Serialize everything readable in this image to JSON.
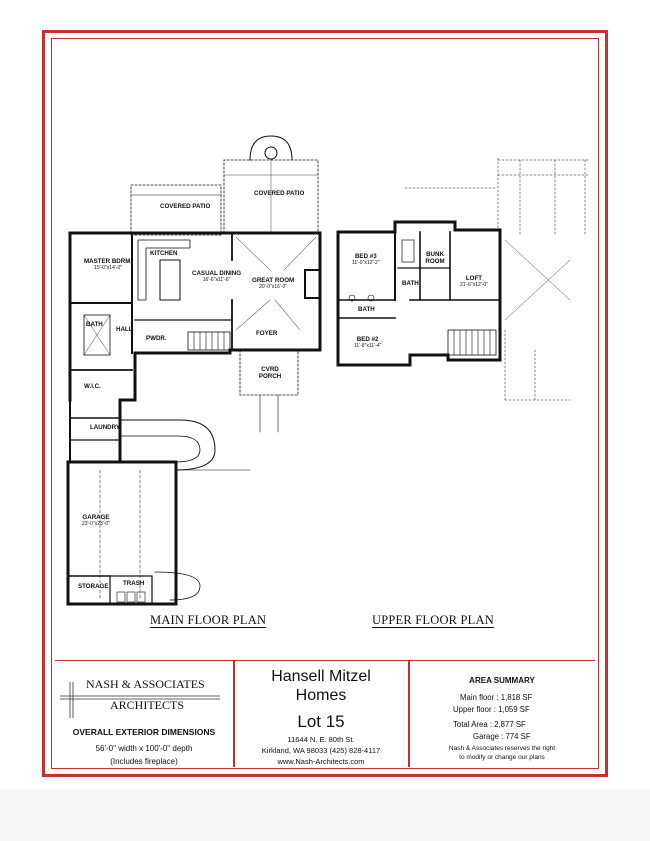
{
  "plans": {
    "main_title": "MAIN FLOOR PLAN",
    "upper_title": "UPPER FLOOR PLAN",
    "main_rooms": [
      {
        "name": "COVERED PATIO",
        "dims": ""
      },
      {
        "name": "COVERED PATIO",
        "dims": ""
      },
      {
        "name": "MASTER BDRM.",
        "dims": "15'-0\"x14'-0\""
      },
      {
        "name": "KITCHEN",
        "dims": ""
      },
      {
        "name": "CASUAL DINING",
        "dims": "16'-6\"x11'-6\""
      },
      {
        "name": "GREAT ROOM",
        "dims": "20'-0\"x16'-0\""
      },
      {
        "name": "BATH",
        "dims": ""
      },
      {
        "name": "HALL",
        "dims": ""
      },
      {
        "name": "PWDR.",
        "dims": ""
      },
      {
        "name": "FOYER",
        "dims": ""
      },
      {
        "name": "W.I.C.",
        "dims": ""
      },
      {
        "name": "CVRD PORCH",
        "dims": ""
      },
      {
        "name": "LAUNDRY",
        "dims": ""
      },
      {
        "name": "GARAGE",
        "dims": "23'-0\"x23'-0\""
      },
      {
        "name": "STORAGE",
        "dims": ""
      },
      {
        "name": "TRASH",
        "dims": ""
      }
    ],
    "upper_rooms": [
      {
        "name": "BED #3",
        "dims": "11'-0\"x12'-2\""
      },
      {
        "name": "BUNK ROOM",
        "dims": ""
      },
      {
        "name": "LOFT",
        "dims": "21'-6\"x12'-0\""
      },
      {
        "name": "BATH",
        "dims": ""
      },
      {
        "name": "BATH",
        "dims": ""
      },
      {
        "name": "BED #2",
        "dims": "11'-8\"x11'-4\""
      }
    ]
  },
  "title_block": {
    "firm_line1": "NASH & ASSOCIATES",
    "firm_line2": "ARCHITECTS",
    "overall_label": "OVERALL EXTERIOR DIMENSIONS",
    "overall_dims": "56'-0\" width x 100'-0\" depth",
    "overall_note": "(Includes fireplace)",
    "builder_line1": "Hansell Mitzel",
    "builder_line2": "Homes",
    "lot": "Lot 15",
    "address1": "11644 N. E. 80th St.",
    "address2": "Kirkland, WA  98033 (425) 828-4117",
    "website": "www.Nash-Architects.com",
    "area_title": "AREA SUMMARY",
    "main_floor": "Main floor : 1,818 SF",
    "upper_floor": "Upper floor : 1,059 SF",
    "total_area": "Total Area : 2,877 SF",
    "garage": "Garage :    774 SF",
    "disclaimer1": "Nash & Associates reserves the right",
    "disclaimer2": "to modify or change our plans"
  },
  "colors": {
    "frame": "#c8302f",
    "ink": "#111111"
  }
}
